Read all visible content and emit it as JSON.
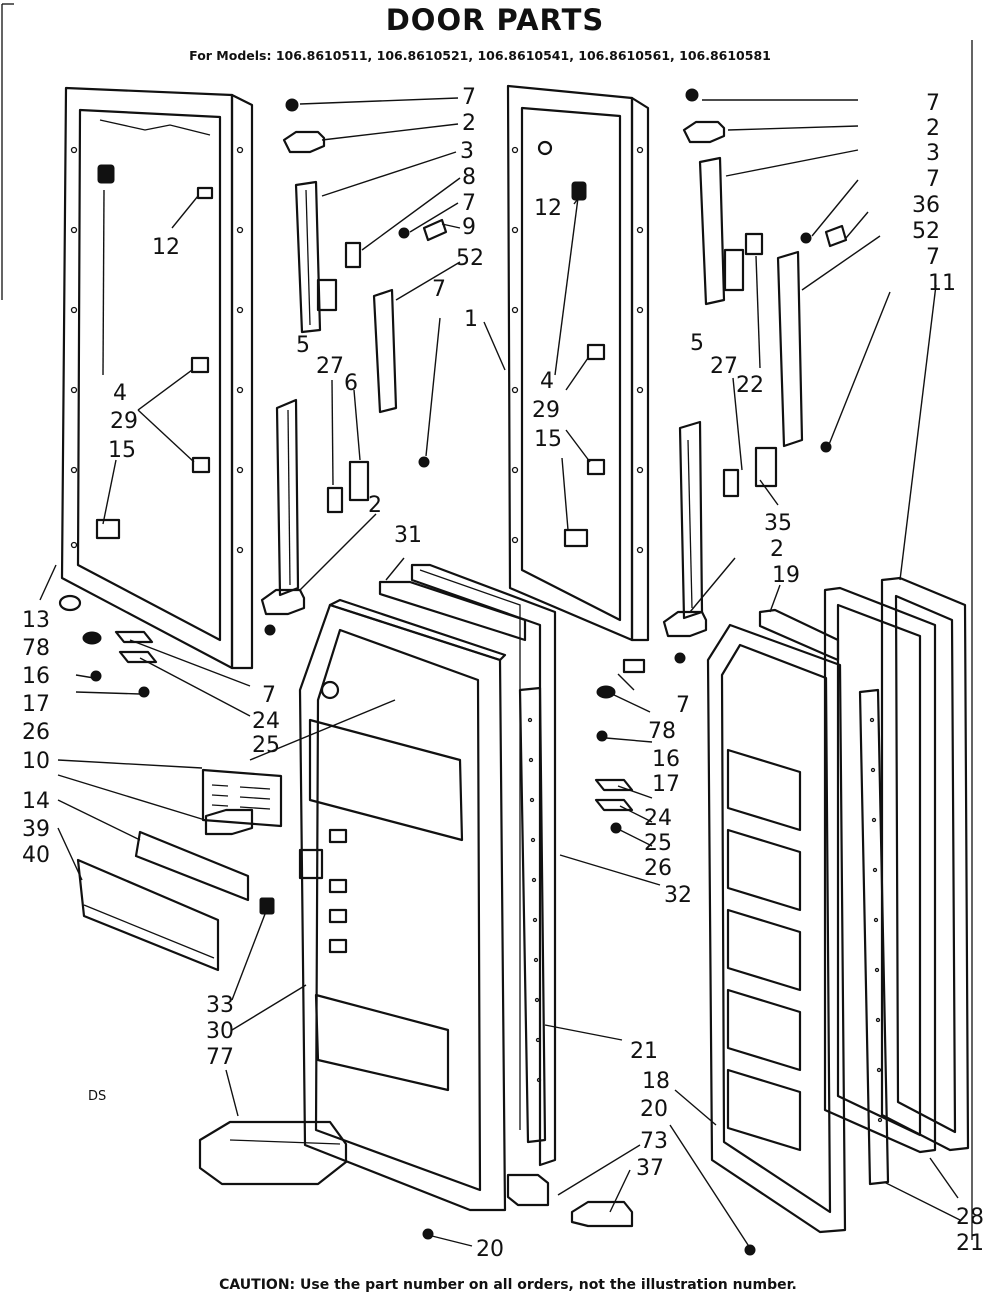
{
  "header": {
    "title": "DOOR PARTS",
    "subtitle": "For Models: 106.8610511, 106.8610521, 106.8610541, 106.8610561, 106.8610581"
  },
  "footer": {
    "caution": "CAUTION: Use the part number on all orders, not the illustration number."
  },
  "margin_mark": "DS",
  "callouts": [
    "7",
    "2",
    "3",
    "8",
    "7",
    "9",
    "52",
    "12",
    "1",
    "5",
    "27",
    "6",
    "4",
    "29",
    "15",
    "7",
    "2",
    "13",
    "78",
    "16",
    "17",
    "26",
    "7",
    "24",
    "25",
    "10",
    "14",
    "39",
    "40",
    "31",
    "33",
    "30",
    "77",
    "12",
    "4",
    "29",
    "15",
    "7",
    "2",
    "3",
    "7",
    "36",
    "52",
    "7",
    "11",
    "5",
    "27",
    "22",
    "35",
    "2",
    "19",
    "7",
    "78",
    "16",
    "17",
    "24",
    "25",
    "26",
    "32",
    "21",
    "18",
    "20",
    "73",
    "37",
    "20",
    "28",
    "21"
  ]
}
